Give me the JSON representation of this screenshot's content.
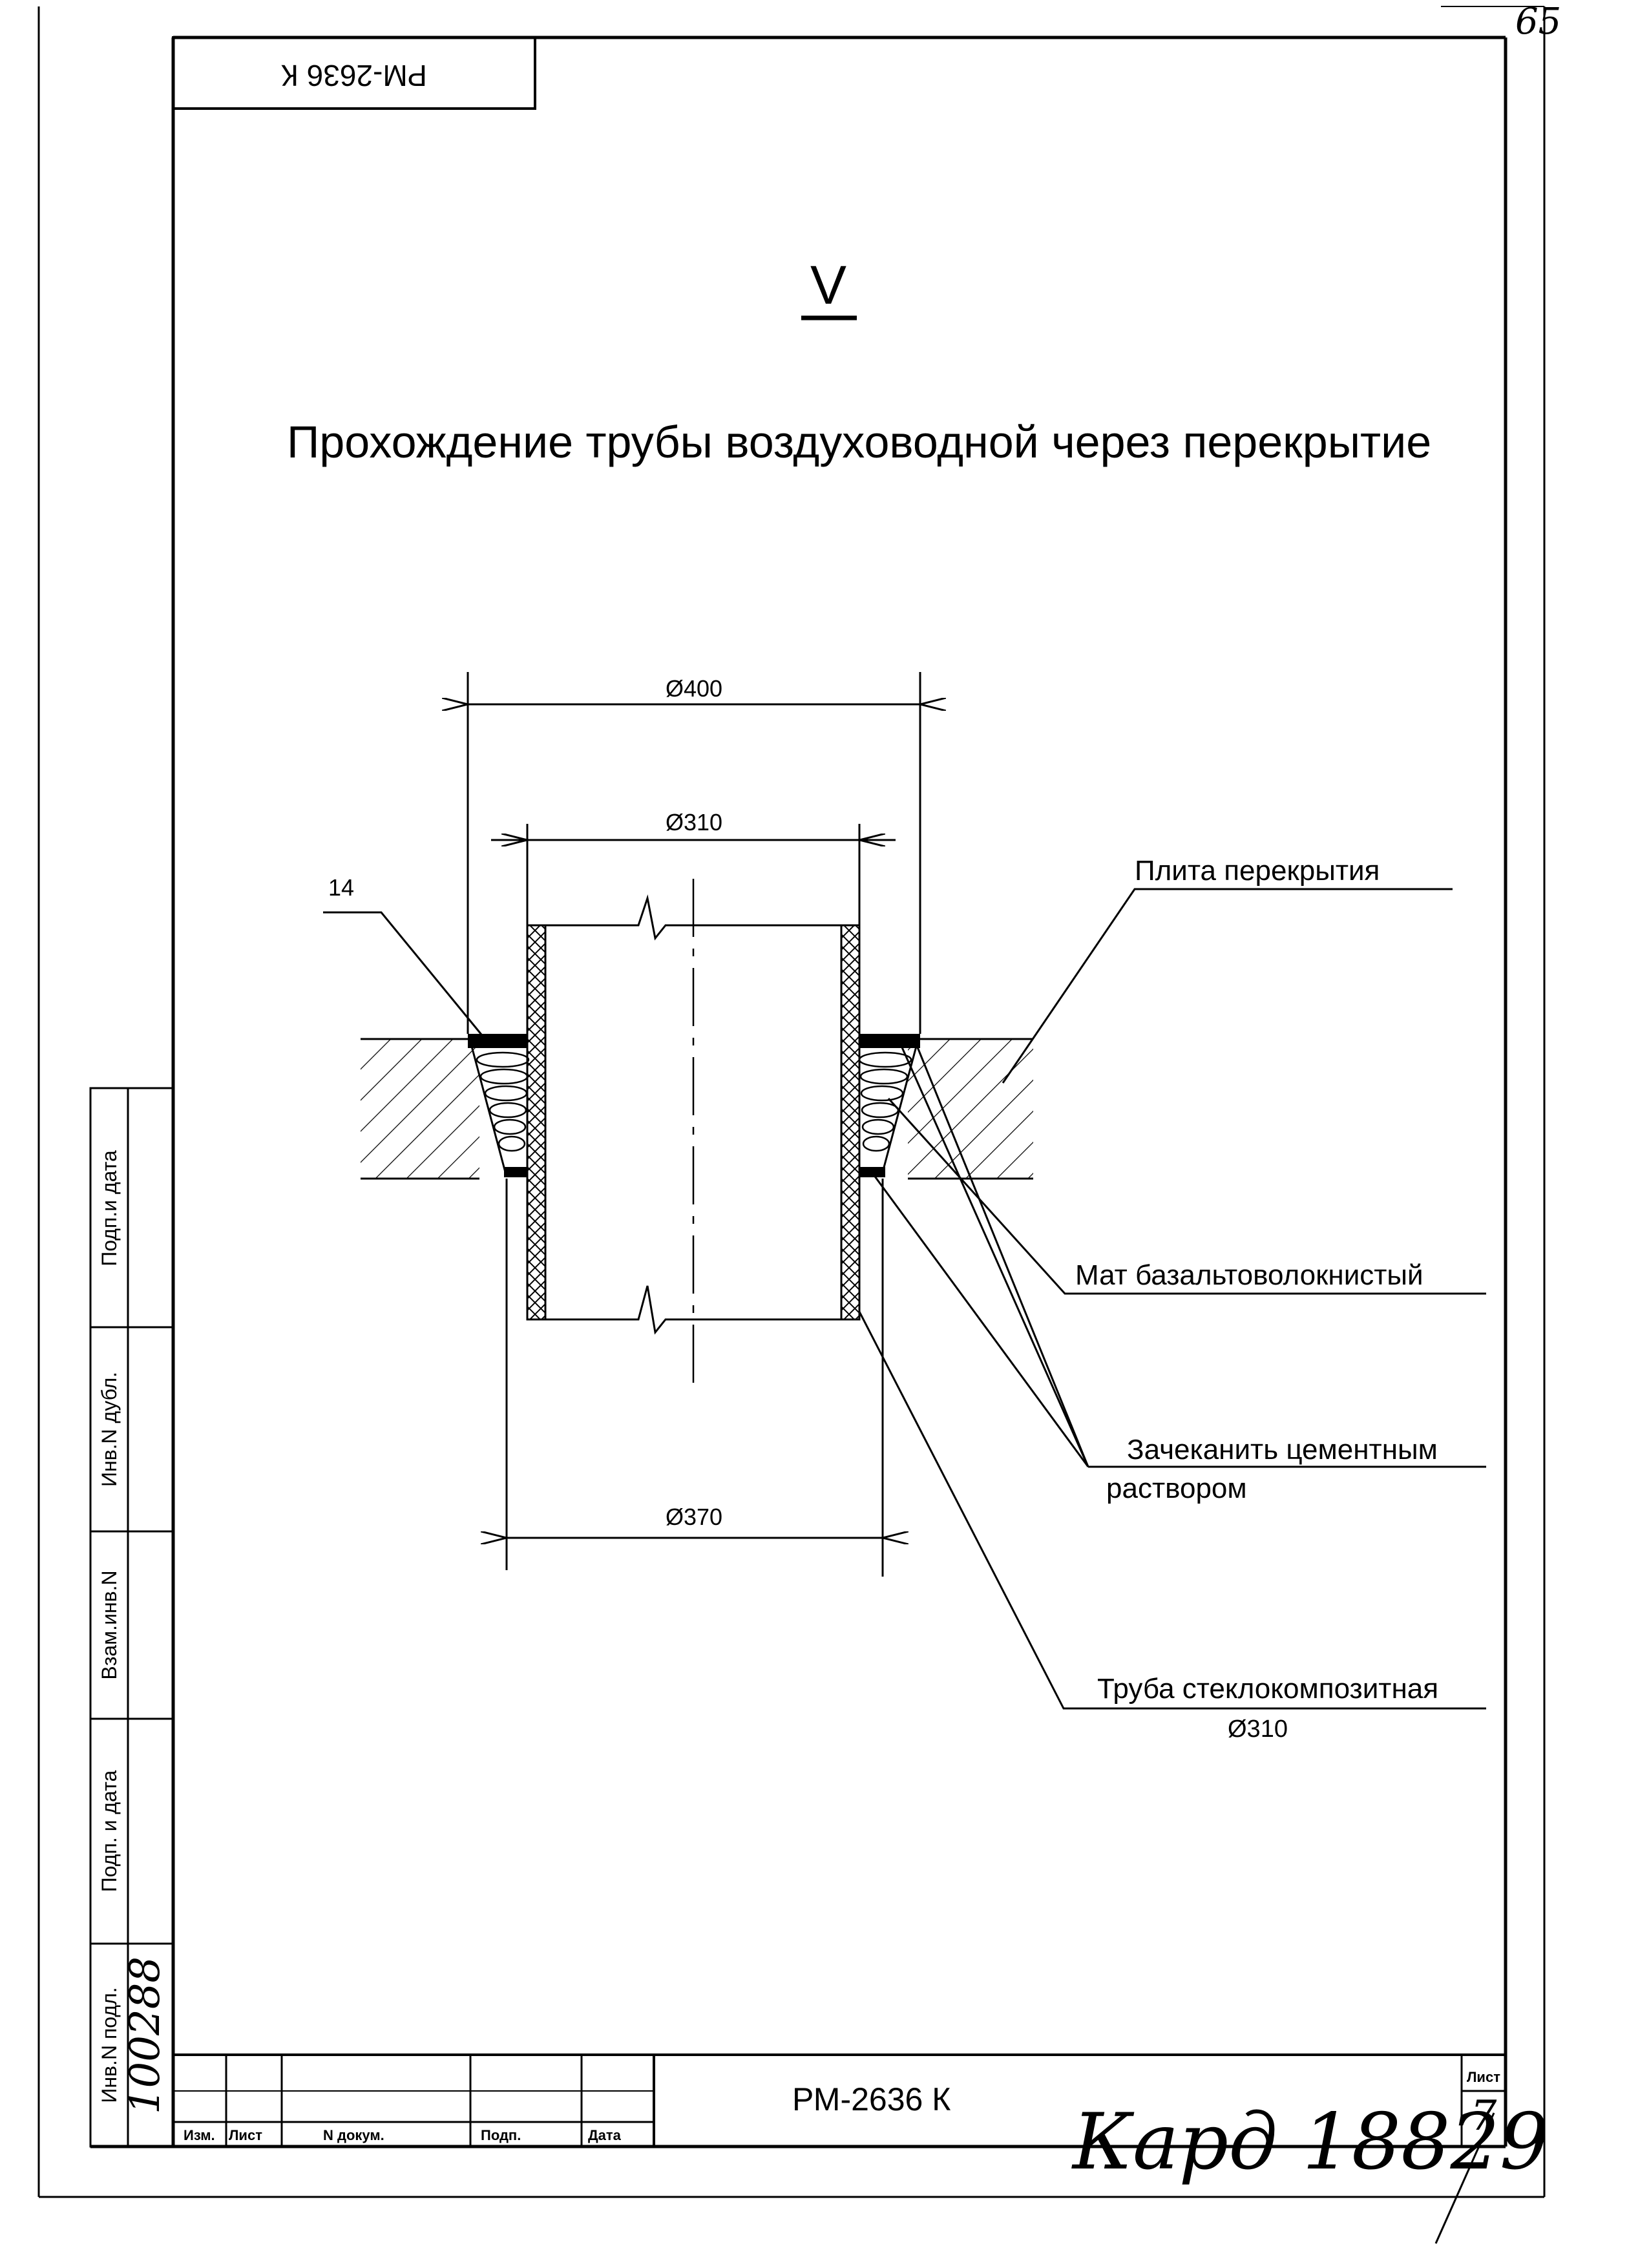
{
  "page_number": "65",
  "stamp_code": "РМ-2636 К",
  "section_mark": "V",
  "title": "Прохождение трубы воздуховодной через перекрытие",
  "drawing": {
    "dim_outer": "Ø400",
    "dim_inner": "Ø310",
    "dim_bottom": "Ø370",
    "callout_number": "14",
    "labels": {
      "slab": "Плита перекрытия",
      "mat": "Мат базальтоволокнистый",
      "caulk_line1": "Зачеканить цементным",
      "caulk_line2": "раствором",
      "pipe_line1": "Труба стеклокомпозитная",
      "pipe_line2": "Ø310"
    }
  },
  "side_stamp": {
    "cells": [
      "Подп.и дата",
      "Инв.N дубл.",
      "Взам.инв.N",
      "Подп. и дата",
      "Инв.N подл."
    ],
    "inv_number": "100288"
  },
  "title_block": {
    "headers": [
      "Изм.",
      "Лист",
      "N докум.",
      "Подп.",
      "Дата"
    ],
    "document_code": "РМ-2636 К",
    "sheet_label": "Лист",
    "sheet_number": "7",
    "handwritten_note": "Кард 18829"
  }
}
